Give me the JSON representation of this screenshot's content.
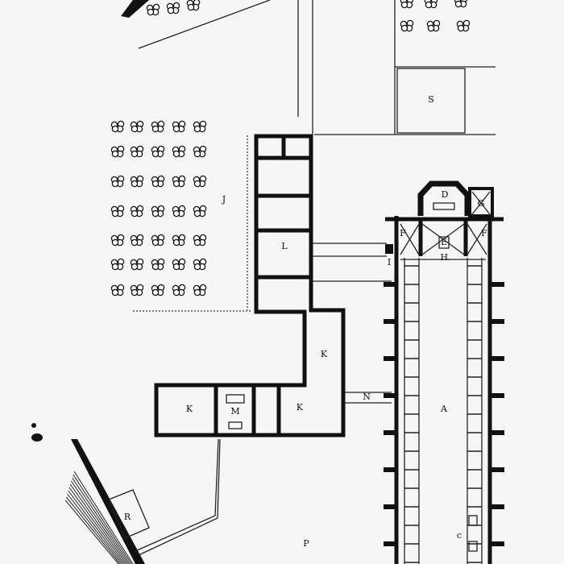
{
  "plan": {
    "labels": {
      "S": "S",
      "J": "J",
      "L": "L",
      "K1": "K",
      "K2": "K",
      "K3": "K",
      "M": "M",
      "N": "N",
      "A": "A",
      "D": "D",
      "G": "G",
      "F1": "F",
      "F2": "F",
      "E": "E",
      "H": "H.",
      "I": "I",
      "C": "c",
      "R": "R",
      "P": "P"
    },
    "colors": {
      "ink": "#111111",
      "paper": "#f6f6f6"
    }
  }
}
